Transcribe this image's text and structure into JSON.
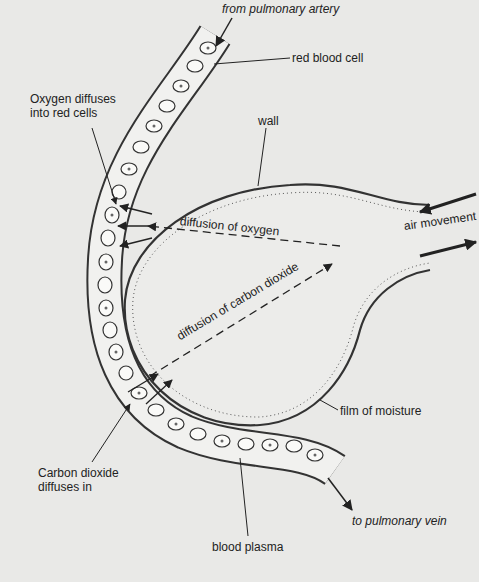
{
  "diagram": {
    "labels": [
      "from pulmonary artery",
      "red blood cell",
      "Oxygen diffuses into red cells",
      "wall",
      "diffusion of oxygen",
      "air movement",
      "diffusion of carbon dioxide",
      "film of moisture",
      "Carbon dioxide diffuses in",
      "to pulmonary vein",
      "blood plasma"
    ]
  }
}
